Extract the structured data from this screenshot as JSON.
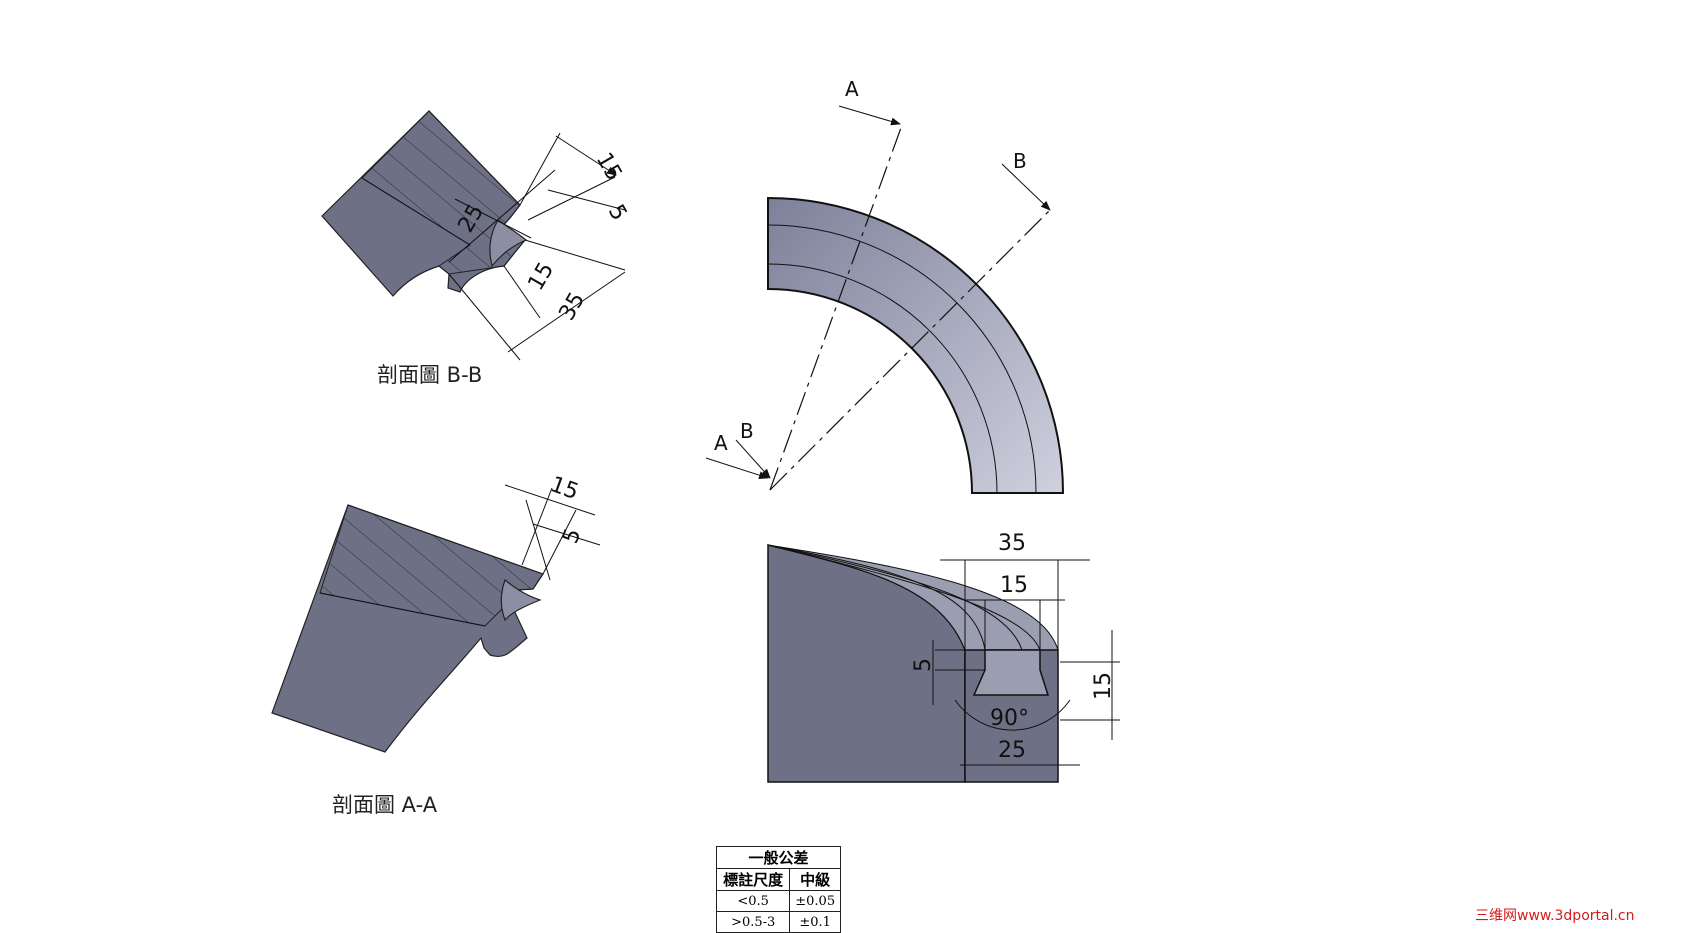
{
  "colors": {
    "solid": "#6e7185",
    "solid_light": "#c7c9d8",
    "line": "#111111",
    "watermark": "#d51a1a"
  },
  "section_bb": {
    "caption": "剖面圖 B-B",
    "dims": [
      "15",
      "5",
      "25",
      "15",
      "35"
    ]
  },
  "section_aa": {
    "caption": "剖面圖 A-A",
    "dims": [
      "15",
      "5"
    ]
  },
  "top_view": {
    "cut_labels": [
      "A",
      "B",
      "A",
      "B"
    ]
  },
  "front_view": {
    "dims": [
      "35",
      "15",
      "5",
      "15",
      "90°",
      "25"
    ]
  },
  "tolerance_table": {
    "title": "一般公差",
    "headers": [
      "標註尺度",
      "中級"
    ],
    "rows": [
      {
        "range": "<0.5",
        "tol": "±0.05"
      },
      {
        "range": ">0.5-3",
        "tol": "±0.1"
      }
    ]
  },
  "watermark": "三维网www.3dportal.cn"
}
